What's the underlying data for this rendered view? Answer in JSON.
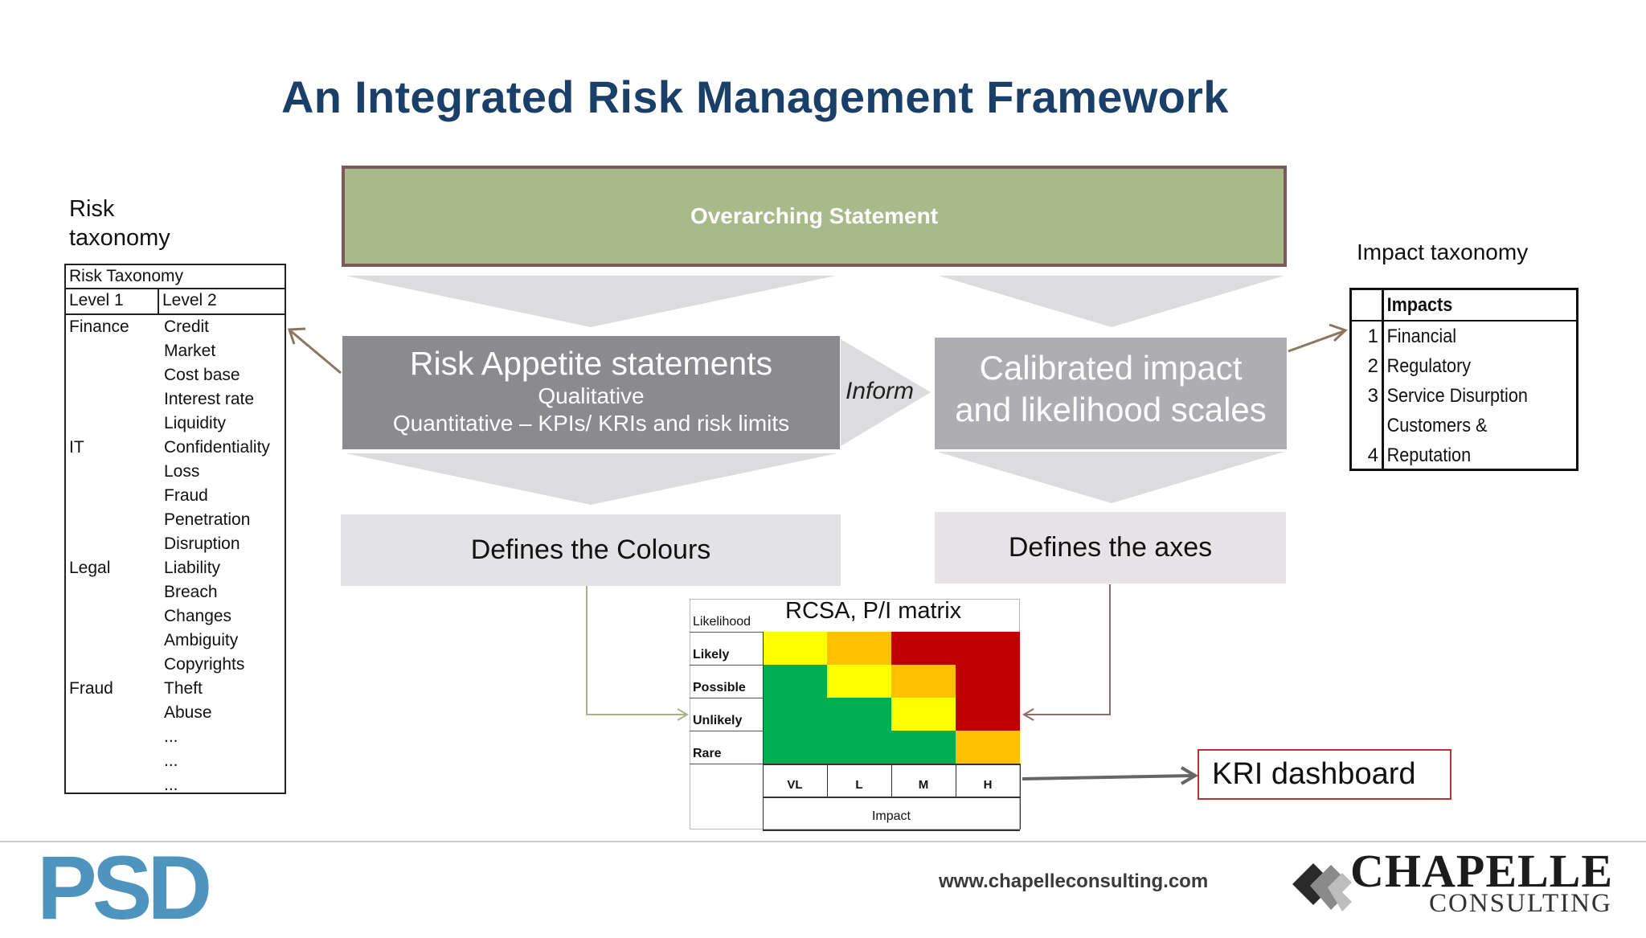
{
  "title": "An Integrated Risk Management Framework",
  "overarching": "Overarching Statement",
  "appetite": {
    "line1": "Risk Appetite statements",
    "line2": "Qualitative",
    "line3": "Quantitative – KPIs/ KRIs and risk limits"
  },
  "calibrated": {
    "line1": "Calibrated impact",
    "line2": "and likelihood scales"
  },
  "inform": "Inform",
  "defines_colours": "Defines the Colours",
  "defines_axes": "Defines the axes",
  "risk_taxonomy": {
    "label_line1": "Risk",
    "label_line2": "taxonomy",
    "table_title": "Risk Taxonomy",
    "col1": "Level 1",
    "col2": "Level 2",
    "rows": [
      [
        "Finance",
        "Credit"
      ],
      [
        "",
        "Market"
      ],
      [
        "",
        "Cost base"
      ],
      [
        "",
        "Interest rate"
      ],
      [
        "",
        "Liquidity"
      ],
      [
        "IT",
        "Confidentiality"
      ],
      [
        "",
        "Loss"
      ],
      [
        "",
        "Fraud"
      ],
      [
        "",
        "Penetration"
      ],
      [
        "",
        "Disruption"
      ],
      [
        "Legal",
        "Liability"
      ],
      [
        "",
        "Breach"
      ],
      [
        "",
        "Changes"
      ],
      [
        "",
        "Ambiguity"
      ],
      [
        "",
        "Copyrights"
      ],
      [
        "Fraud",
        "Theft"
      ],
      [
        "",
        "Abuse"
      ],
      [
        "",
        "..."
      ],
      [
        "",
        "..."
      ],
      [
        "",
        "..."
      ]
    ]
  },
  "impact_taxonomy": {
    "label": "Impact taxonomy",
    "header": "Impacts",
    "rows": [
      [
        "1",
        "Financial"
      ],
      [
        "2",
        "Regulatory"
      ],
      [
        "3",
        "Service Disurption"
      ],
      [
        "",
        "Customers &"
      ],
      [
        "4",
        "Reputation"
      ]
    ]
  },
  "matrix": {
    "title": "RCSA, P/I matrix",
    "likelihood_label": "Likelihood",
    "rows": [
      "Likely",
      "Possible",
      "Unlikely",
      "Rare"
    ],
    "cols": [
      "VL",
      "L",
      "M",
      "H"
    ],
    "impact_label": "Impact",
    "colors": {
      "green": "#00b050",
      "yellow": "#ffff00",
      "amber": "#ffc000",
      "red": "#c00000"
    },
    "grid": [
      [
        "yellow",
        "amber",
        "red",
        "red"
      ],
      [
        "green",
        "yellow",
        "amber",
        "red"
      ],
      [
        "green",
        "green",
        "yellow",
        "red"
      ],
      [
        "green",
        "green",
        "green",
        "amber"
      ]
    ]
  },
  "kri": "KRI dashboard",
  "footer": {
    "url": "www.chapelleconsulting.com",
    "psd_logo": "PSD",
    "chapelle": "CHAPELLE",
    "consulting": "CONSULTING"
  }
}
